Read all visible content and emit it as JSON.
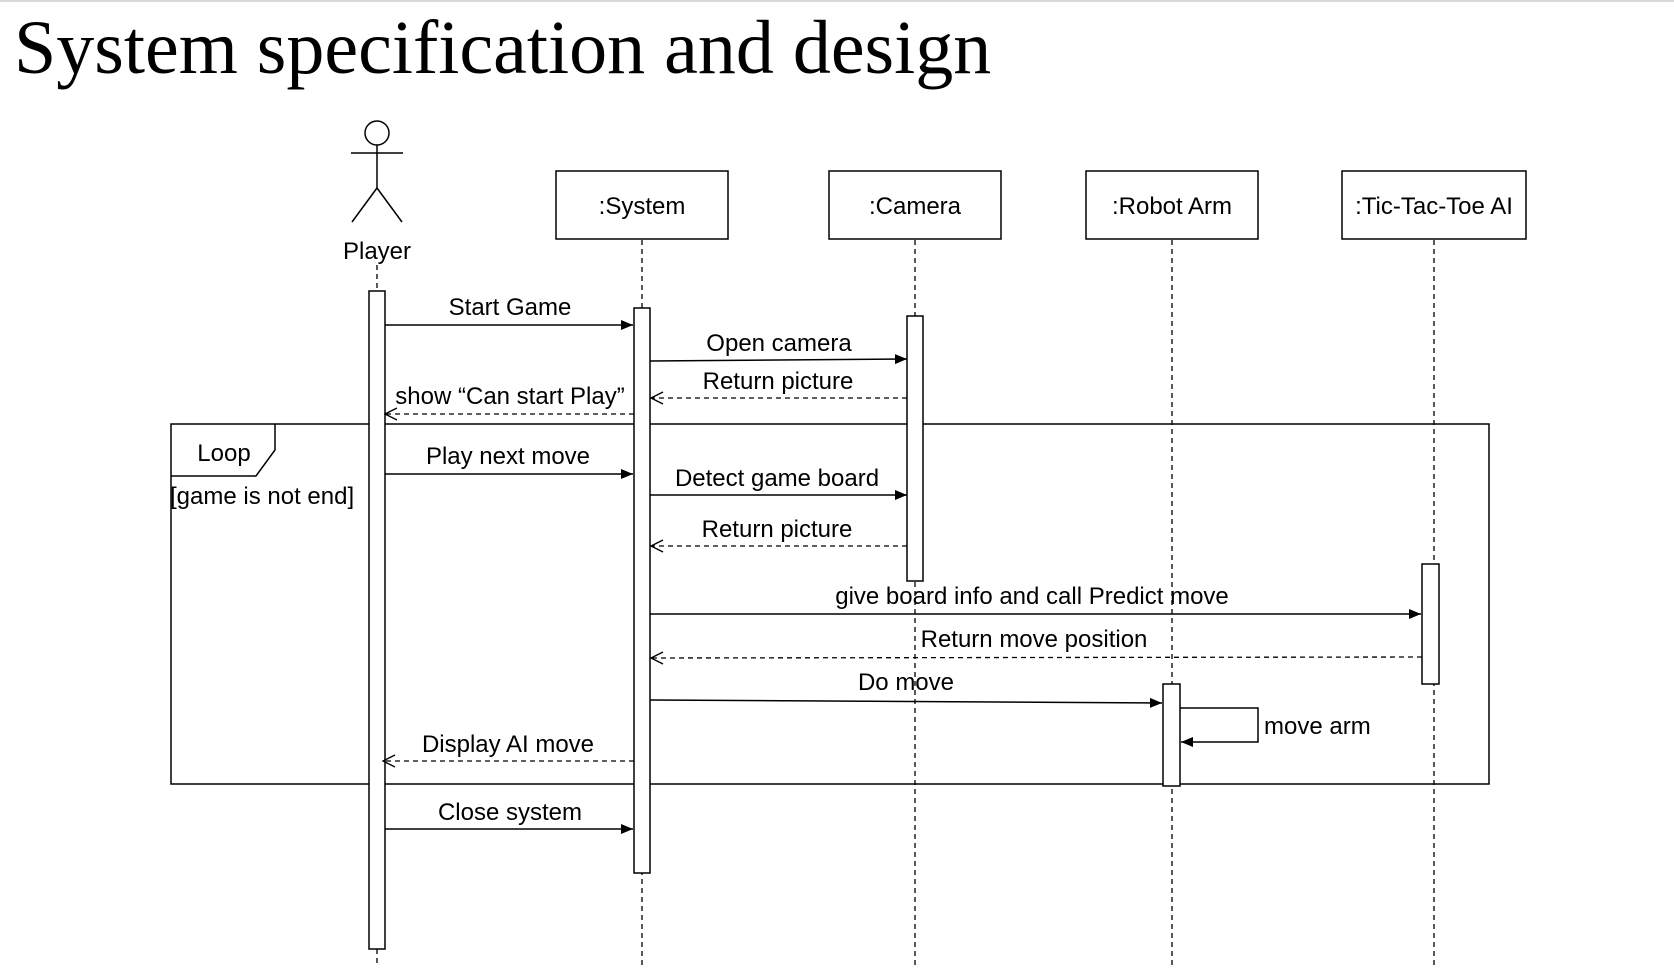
{
  "page": {
    "title": "System specification and design"
  },
  "actor": {
    "label": "Player"
  },
  "participants": [
    {
      "id": "system",
      "label": ":System"
    },
    {
      "id": "camera",
      "label": ":Camera"
    },
    {
      "id": "robot",
      "label": ":Robot Arm"
    },
    {
      "id": "ai",
      "label": ":Tic-Tac-Toe AI"
    }
  ],
  "fragment": {
    "operator": "Loop",
    "guard": "[game is not end]"
  },
  "messages": [
    {
      "from": "player",
      "to": "system",
      "kind": "sync",
      "label": "Start Game"
    },
    {
      "from": "system",
      "to": "camera",
      "kind": "sync",
      "label": "Open camera"
    },
    {
      "from": "camera",
      "to": "system",
      "kind": "return",
      "label": "Return picture"
    },
    {
      "from": "system",
      "to": "player",
      "kind": "return",
      "label": "show “Can start Play”"
    },
    {
      "from": "player",
      "to": "system",
      "kind": "sync",
      "label": "Play next move"
    },
    {
      "from": "system",
      "to": "camera",
      "kind": "sync",
      "label": "Detect game board"
    },
    {
      "from": "camera",
      "to": "system",
      "kind": "return",
      "label": "Return picture"
    },
    {
      "from": "system",
      "to": "ai",
      "kind": "sync",
      "label": "give board info and call Predict move"
    },
    {
      "from": "ai",
      "to": "system",
      "kind": "return",
      "label": "Return move position"
    },
    {
      "from": "system",
      "to": "robot",
      "kind": "sync",
      "label": "Do move"
    },
    {
      "from": "robot",
      "to": "robot",
      "kind": "self",
      "label": "move arm"
    },
    {
      "from": "system",
      "to": "player",
      "kind": "return",
      "label": "Display AI move"
    },
    {
      "from": "player",
      "to": "system",
      "kind": "sync",
      "label": "Close system"
    }
  ]
}
